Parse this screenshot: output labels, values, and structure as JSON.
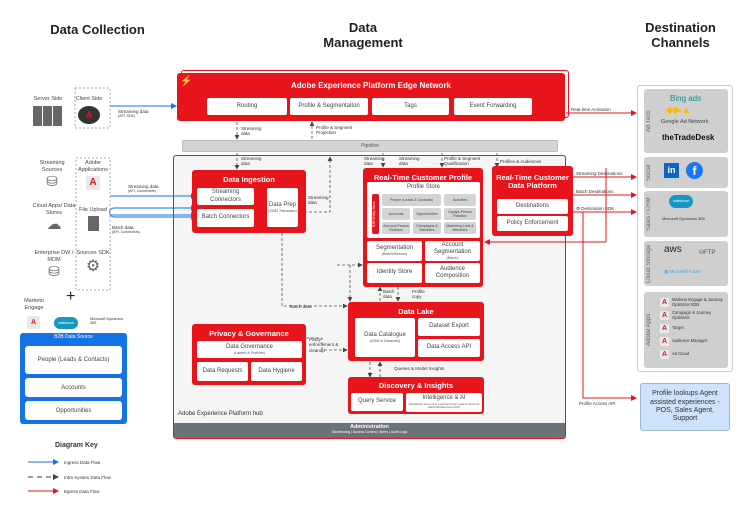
{
  "headings": {
    "collection": "Data Collection",
    "management": "Data Management",
    "destinations": "Destination Channels"
  },
  "collection": {
    "server_side": "Server Side",
    "client_side": "Client Side",
    "streaming_sources": "Streaming Sources",
    "adobe_applications": "Adobe Applications",
    "cloud_apps": "Cloud Apps/ Data Stores",
    "file_upload": "File Upload",
    "enterprise": "Enterprise DW / MDM",
    "sources_sdk": "Sources SDK",
    "plus": "+",
    "marketo": "Marketo Engage",
    "salesforce": "salesforce",
    "dynamics": "Microsoft Dynamics 365",
    "b2b": {
      "title": "B2B Data Source",
      "items": [
        "People (Leads & Contacts)",
        "Accounts",
        "Opportunities"
      ]
    }
  },
  "edge": {
    "title": "Adobe Experience Platform Edge Network",
    "buttons": [
      "Routing",
      "Profile & Segmentaiton",
      "Tags",
      "Event Forwarding"
    ]
  },
  "pipeline": "Pipeline",
  "hub_label": "Adobe Experience Platform hub",
  "admin": {
    "title": "Administration",
    "items": "Sandboxing | Access Control | Alerts | Audit Logs"
  },
  "ingestion": {
    "title": "Data Ingestion",
    "streaming": "Streaming Connectors",
    "batch": "Batch Connectors",
    "prep": "Data Prep",
    "prep_sub": "(XDM Translator)"
  },
  "rtcp": {
    "title": "Real-Time Customer Profile",
    "store": "Profile Store",
    "entity": "B2B Entity Store",
    "entities": [
      "People (Leads & Contacts)",
      "Activities",
      "Accounts",
      "Opportunities",
      "Opptys-Person Relation",
      "Account-Person Relation",
      "Campaigns & Members",
      "Marketing Lists & Members"
    ],
    "segmentation": "Segmentation",
    "segmentation_sub": "(Batch/Stream)",
    "account_seg": "Account Segmentation",
    "account_seg_sub": "(Batch)",
    "identity": "Identity Store",
    "audience": "Audience Composition"
  },
  "rtcdp": {
    "title": "Real-Time Customer Data Platform",
    "destinations": "Destinations",
    "policy": "Policy Enforcement"
  },
  "lake": {
    "title": "Data Lake",
    "catalogue": "Data Catalogue",
    "catalogue_sub": "(XDM & Datasets)",
    "export": "Dataset Export",
    "api": "Data Access API"
  },
  "privacy": {
    "title": "Privacy & Governance",
    "governance": "Data Governance",
    "governance_sub": "(Labels & Policies)",
    "requests": "Data Requests",
    "hygiene": "Data Hygiene"
  },
  "discovery": {
    "title": "Discovery & Insights",
    "query": "Query Service",
    "ai": "Intelligence & AI",
    "ai_sub": "(Predictive Account & Lead Scoring/ Lead-to-Account Match/Related Account)"
  },
  "flows": {
    "stream_api_sdk": "Streaming data",
    "stream_api_sdk_sub": "(API, SDK)",
    "stream_api_conn": "Streaming data",
    "stream_api_conn_sub": "(API, Connectors)",
    "batch_api_conn": "Batch data",
    "batch_api_conn_sub": "(API, Connectors)",
    "edge_stream": "Streaming data",
    "edge_projection": "Profile & Segment Projection",
    "pipe_stream1": "Streaming data",
    "pipe_stream2": "Streaming data",
    "pipe_stream3": "Streaming data",
    "qualification": "Profile & Segment Qualification",
    "profiles_audiences": "Profiles & Audiences",
    "prep_stream": "Streaming data",
    "batch_data": "Batch data",
    "batch_data2": "Batch data",
    "profile_copy": "Profile copy",
    "policy_cleanup": "Policy enforcement & cleanup",
    "queries": "Queries & Model Insights",
    "realtime_activation": "Real-time Activation",
    "streaming_dest": "Streaming Destinations",
    "batch_dest": "Batch Destinations",
    "dest_sdk": "Destination SDK",
    "profile_api": "Profile Access API"
  },
  "destinations": {
    "categories": [
      "Ad Tech",
      "Social",
      "Sales / CRM",
      "Cloud Storage",
      "Adobe Apps"
    ],
    "adtech": [
      "Bing ads",
      "Google Ad Network",
      "theTradeDesk"
    ],
    "social": [
      "in",
      "f"
    ],
    "crm": [
      "salesforce",
      "Microsoft Dynamics 365"
    ],
    "storage": [
      "aws",
      "FTP",
      "Microsoft Azure"
    ],
    "apps": [
      "Marketo Engage & Journey Optimizer B2B",
      "Campaign & Journey Optimizer",
      "Target",
      "Audience Manager",
      "Ad Cloud"
    ],
    "lookup": "Profile lookups Agent assisted experiences - POS, Sales Agent, Support"
  },
  "key": {
    "title": "Diagram Key",
    "items": [
      "Ingress Data Flow",
      "Intra System Data Flow",
      "Egress Data Flow"
    ]
  },
  "colors": {
    "adobe_red": "#e8141b",
    "ingress": "#1473e6",
    "intra": "#555555",
    "egress": "#e8141b",
    "b2b_blue": "#1473e6",
    "lookup_bg": "#cfe2fb"
  }
}
